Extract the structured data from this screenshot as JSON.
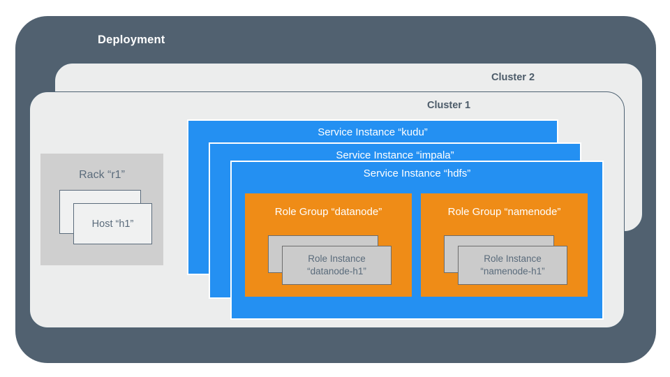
{
  "diagram": {
    "title": "Deployment",
    "deployment": {
      "label": "Deployment",
      "color": "#516170"
    },
    "clusters": [
      {
        "label": "Cluster 2",
        "color": "#eceded"
      },
      {
        "label": "Cluster 1",
        "color": "#eceded"
      }
    ],
    "rack": {
      "label": "Rack “r1”",
      "color": "#cfcfcf",
      "hosts": [
        {
          "label": ""
        },
        {
          "label": "Host “h1”"
        }
      ]
    },
    "services": [
      {
        "label": "Service Instance “kudu”",
        "name": "kudu",
        "color": "#2490f2"
      },
      {
        "label": "Service Instance “impala”",
        "name": "impala",
        "color": "#2490f2"
      },
      {
        "label": "Service Instance “hdfs”",
        "name": "hdfs",
        "color": "#2490f2"
      }
    ],
    "role_groups": [
      {
        "label": "Role Group “datanode”",
        "name": "datanode",
        "color": "#ef8c17",
        "instances": [
          {
            "line1": "",
            "line2": ""
          },
          {
            "line1": "Role Instance",
            "line2": "“datanode-h1”"
          }
        ]
      },
      {
        "label": "Role Group “namenode”",
        "name": "namenode",
        "color": "#ef8c17",
        "instances": [
          {
            "line1": "",
            "line2": ""
          },
          {
            "line1": "Role Instance",
            "line2": "“namenode-h1”"
          }
        ]
      }
    ],
    "palette": {
      "deployment_frame": "#516170",
      "cluster_panel": "#eceded",
      "cluster_border": "#4e6272",
      "service_blue": "#2490f2",
      "role_group_orange": "#ef8c17",
      "rack_gray": "#cfcfcf",
      "card_gray": "#cbcbcb",
      "host_card": "#f0f1f1",
      "text_slate": "#5a6b7b",
      "text_white": "#ffffff"
    }
  }
}
